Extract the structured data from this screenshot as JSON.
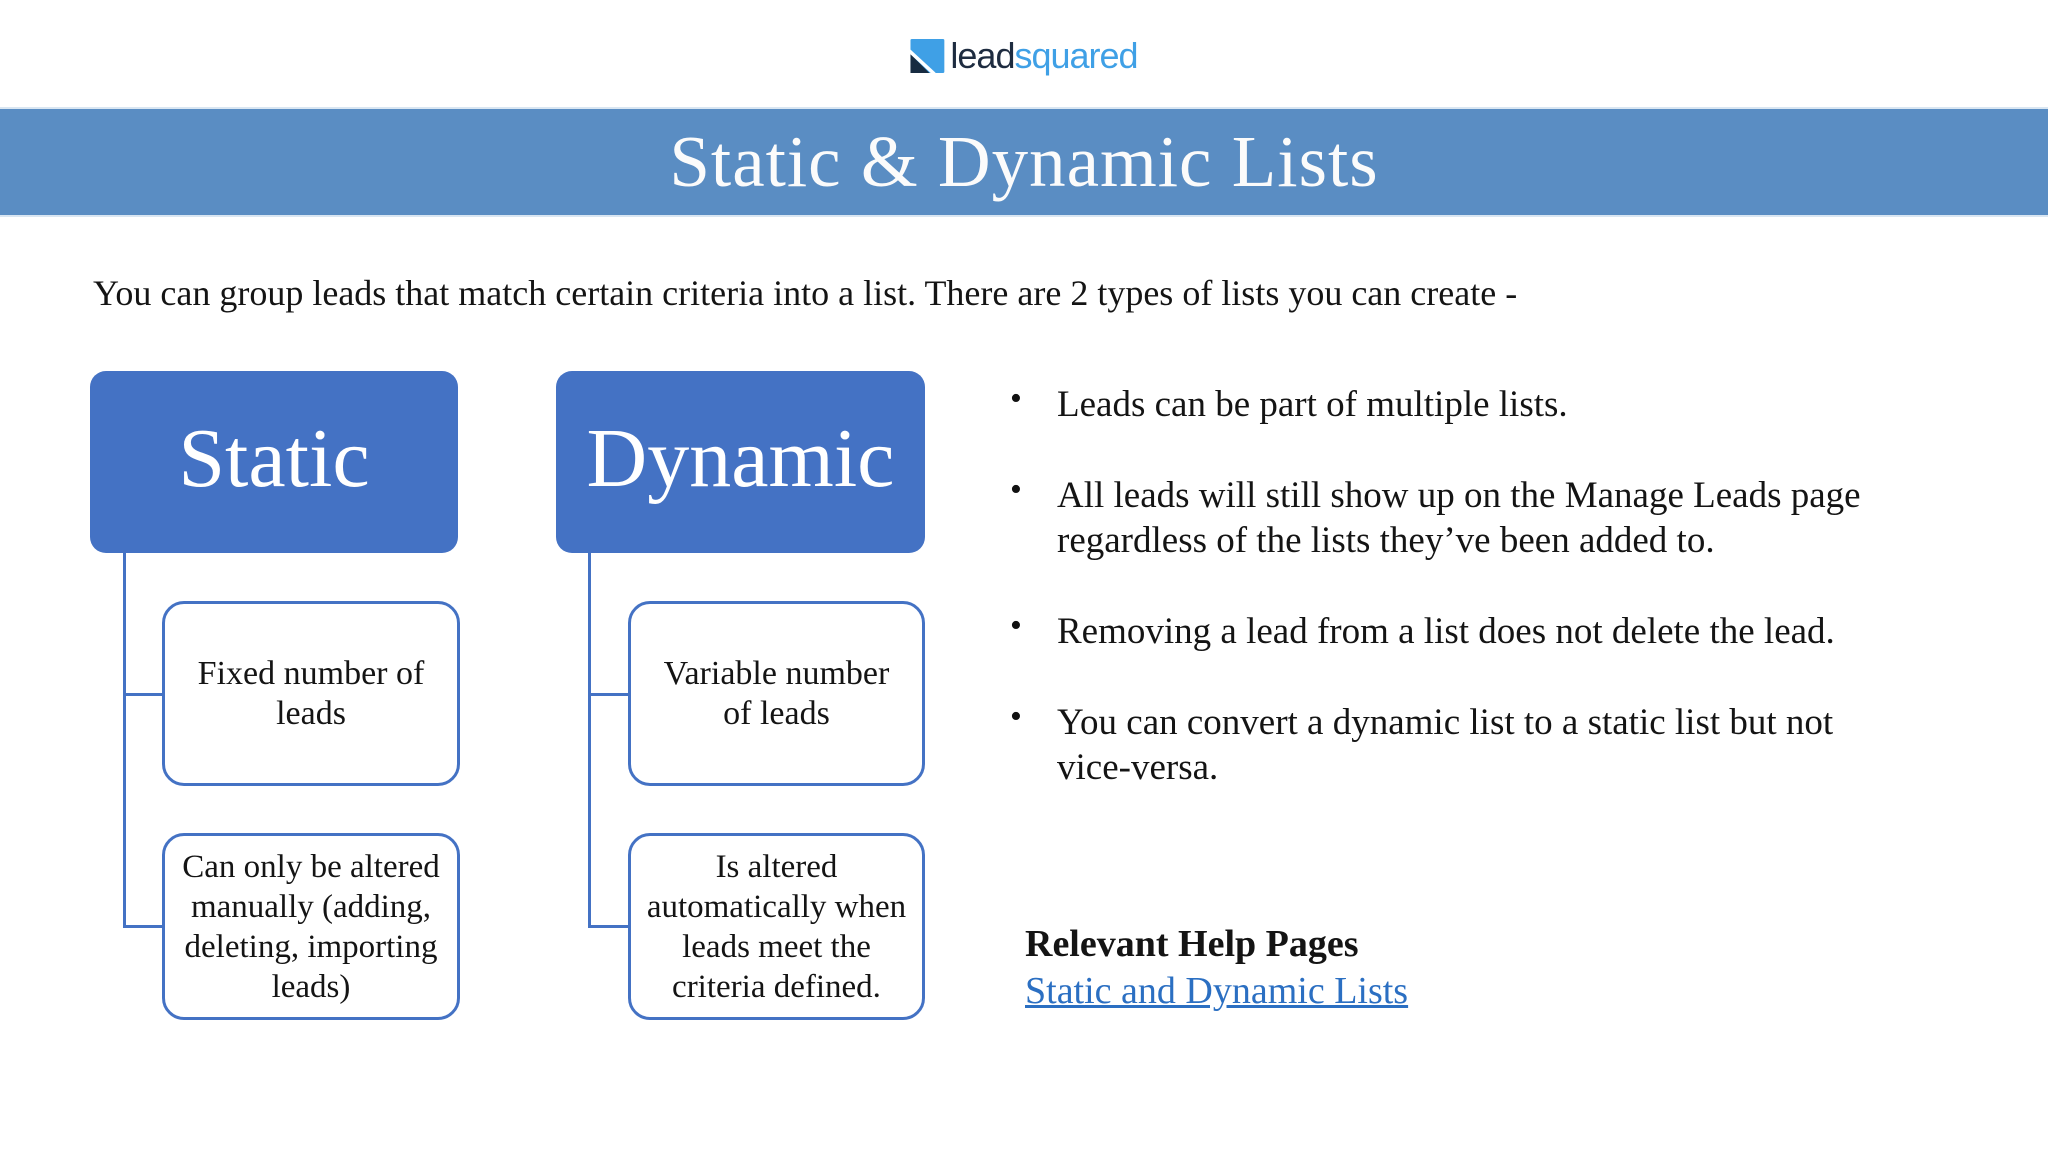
{
  "logo": {
    "text_dark": "lead",
    "text_light": "squared"
  },
  "banner": {
    "title": "Static & Dynamic Lists",
    "bg_color": "#5a8dc3"
  },
  "intro": "You can group leads that match certain criteria into a list. There are 2 types of lists you can create -",
  "diagram": {
    "box_color": "#4472c4",
    "columns": [
      {
        "title": "Static",
        "children": [
          "Fixed number of\nleads",
          "Can only be altered\nmanually (adding,\ndeleting, importing\nleads)"
        ]
      },
      {
        "title": "Dynamic",
        "children": [
          "Variable number\nof leads",
          "Is altered\nautomatically when\nleads meet the\ncriteria defined."
        ]
      }
    ]
  },
  "bullets_meta": {
    "marker": "•"
  },
  "bullets": [
    "Leads can be part of multiple lists.",
    "All leads will still show up on the Manage Leads page\nregardless of the lists they’ve been added to.",
    "Removing a lead from a list does not delete the lead.",
    "You can convert a dynamic list to a static list but not\nvice-versa."
  ],
  "help": {
    "heading": "Relevant Help Pages",
    "link_label": "Static and Dynamic Lists",
    "link_color": "#2b6fc2"
  }
}
